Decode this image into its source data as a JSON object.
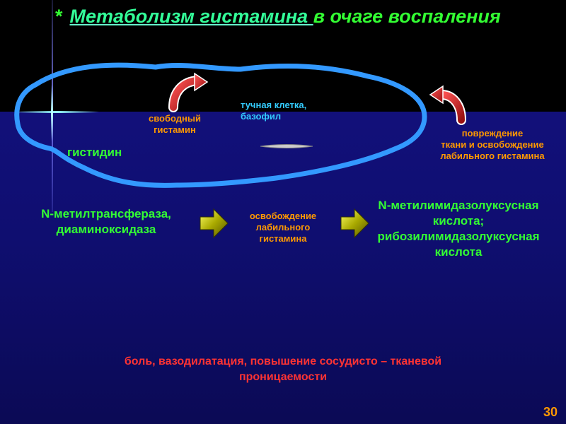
{
  "title": {
    "star": "*",
    "main": "Метаболизм гистамина ",
    "rest": "в очаге воспаления"
  },
  "labels": {
    "mast_cell": [
      "тучная клетка,",
      "базофил"
    ],
    "free_histamine": [
      "свободный",
      "гистамин"
    ],
    "histidine": "гистидин",
    "damage": [
      "повреждение",
      "ткани и освобождение",
      "лабильного гистамина"
    ],
    "enzymes": [
      "N-метилтрансфераза,",
      "диаминоксидаза"
    ],
    "release": [
      "освобождение",
      "лабильного",
      "гистамина"
    ],
    "products": [
      "N-метилимидазолуксусная",
      "кислота;",
      "рибозилимидазолуксусная",
      "кислота"
    ],
    "effects": [
      "боль, вазодилатация, повышение сосудисто – тканевой",
      "проницаемости"
    ]
  },
  "slide_number": "30",
  "colors": {
    "cell_outline": "#3399ff",
    "curved_arrow": "#cc2222",
    "block_arrow": "#999900",
    "text_cyan": "#33ccff",
    "text_orange": "#ff9900",
    "text_green": "#33ff33",
    "text_red": "#ff3333"
  }
}
